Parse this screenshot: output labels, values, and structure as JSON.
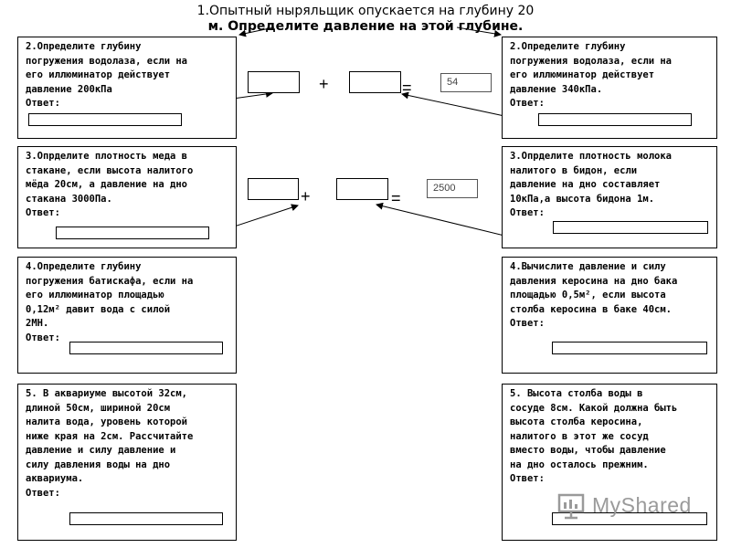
{
  "title": {
    "line1": "1.Опытный ныряльщик опускается на глубину 20",
    "line2": "м. Определите давление на этой глубине."
  },
  "cards": {
    "left_1": {
      "text": "2.Определите глубину\nпогружения водолаза, если на\nего иллюминатор действует\nдавление 200кПа",
      "answer_label": "Ответ:"
    },
    "right_1": {
      "text": "2.Определите глубину\nпогружения водолаза, если на\nего иллюминатор действует\nдавление 340кПа.",
      "answer_label": "Ответ:"
    },
    "left_2": {
      "text": "3.Опрделите плотность меда в\nстакане, если высота налитого\nмёда 20см, а давление на дно\nстакана 3000Па.",
      "answer_label": "Ответ:"
    },
    "right_2": {
      "text": "3.Опрделите плотность молока\nналитого в бидон, если\nдавление на дно составляет\n10кПа,а высота бидона 1м.",
      "answer_label": "Ответ:"
    },
    "left_3": {
      "text": "4.Определите глубину\nпогружения батискафа, если на\nего иллюминатор площадью\n0,12м² давит вода с силой\n2МН.",
      "answer_label": "Ответ:"
    },
    "right_3": {
      "text": "4.Вычислите давление и силу\nдавления керосина на дно бака\nплощадью 0,5м², если высота\nстолба керосина в баке 40см.",
      "answer_label": "Ответ:"
    },
    "left_4": {
      "text": "5. В аквариуме высотой 32см,\nдлиной 50см, шириной 20см\nналита вода, уровень которой\nниже края на 2см. Рассчитайте\nдавление и силу давление и\nсилу давления воды на дно\nаквариума.",
      "answer_label": "Ответ:"
    },
    "right_4": {
      "text": "5. Высота столба воды в\nсосуде 8см. Какой должна быть\nвысота столба керосина,\nналитого в этот же сосуд\nвместо воды, чтобы давление\nна дно осталось прежним.",
      "answer_label": "Ответ:"
    }
  },
  "equation_1": {
    "plus": "+",
    "equals": "=",
    "result": "54"
  },
  "equation_2": {
    "plus": "+",
    "equals": "=",
    "result": "2500"
  },
  "watermark": {
    "text": "MyShared"
  },
  "colors": {
    "border": "#000000",
    "watermark": "#9a9a9a"
  }
}
